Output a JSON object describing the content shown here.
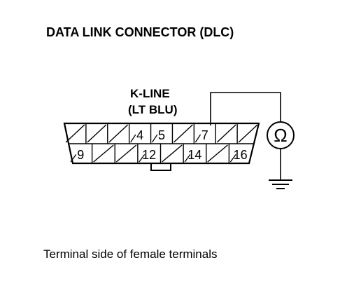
{
  "title": "DATA LINK CONNECTOR (DLC)",
  "k_line": {
    "label": "K-LINE",
    "wire_color": "(LT BLU)"
  },
  "connector": {
    "top_row": [
      "",
      "",
      "",
      "4",
      "5",
      "",
      "7",
      "",
      ""
    ],
    "bottom_row": [
      "9",
      "",
      "",
      "12",
      "",
      "14",
      "",
      "16"
    ]
  },
  "meter": {
    "symbol": "Ω"
  },
  "caption": "Terminal side of female terminals"
}
